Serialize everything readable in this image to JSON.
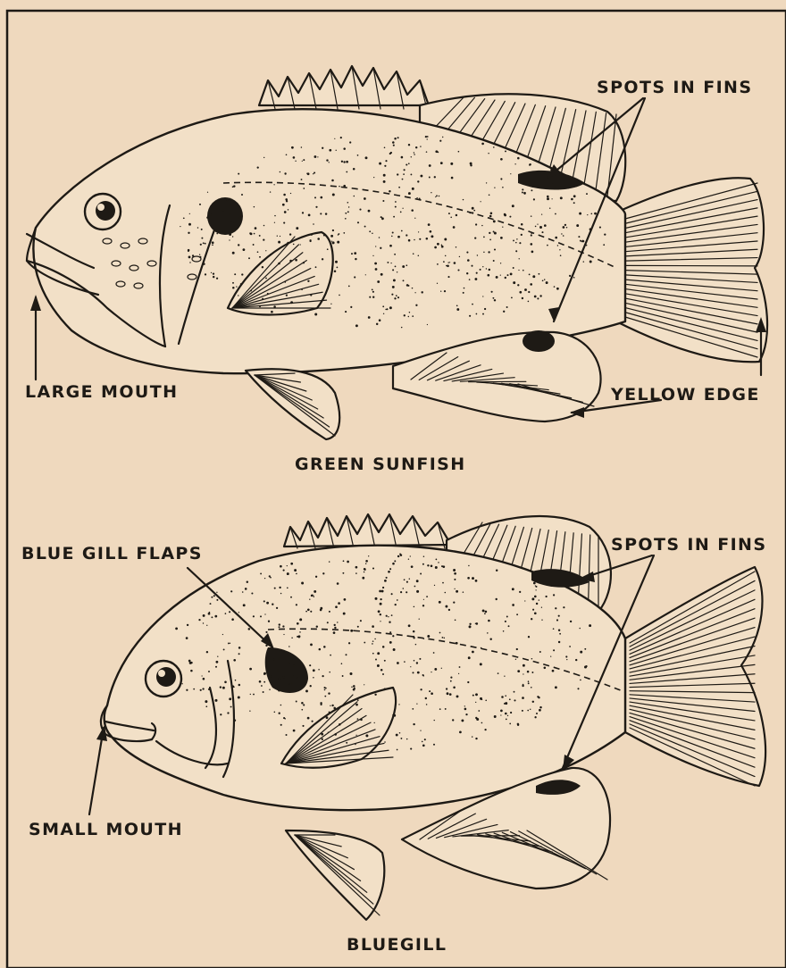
{
  "plate": {
    "background": "#efd9be",
    "ink": "#1e1a15"
  },
  "fish": [
    {
      "name": "GREEN SUNFISH",
      "labels": {
        "mouth": "LARGE MOUTH",
        "fins": "SPOTS IN FINS",
        "edge": "YELLOW EDGE"
      }
    },
    {
      "name": "BLUEGILL",
      "labels": {
        "gill": "BLUE GILL FLAPS",
        "fins": "SPOTS IN FINS",
        "mouth": "SMALL MOUTH"
      }
    }
  ]
}
